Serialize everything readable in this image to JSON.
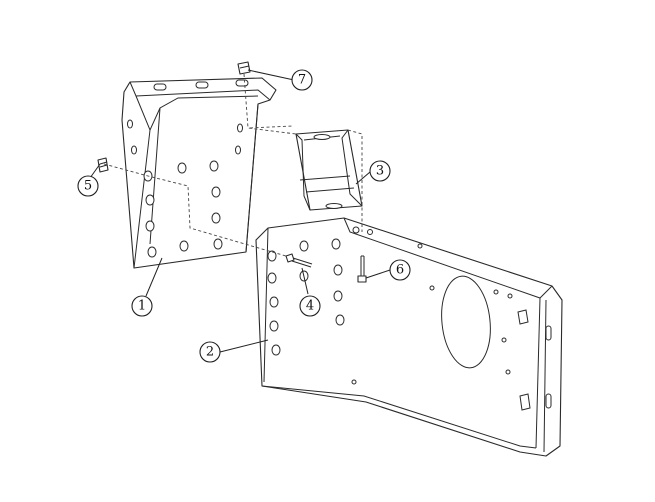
{
  "callouts": [
    {
      "id": "1",
      "label": "1"
    },
    {
      "id": "2",
      "label": "2"
    },
    {
      "id": "3",
      "label": "3"
    },
    {
      "id": "4",
      "label": "4"
    },
    {
      "id": "5",
      "label": "5"
    },
    {
      "id": "6",
      "label": "6"
    },
    {
      "id": "7",
      "label": "7"
    }
  ],
  "colors": {
    "line": "#2a2a2a",
    "background": "#ffffff"
  }
}
